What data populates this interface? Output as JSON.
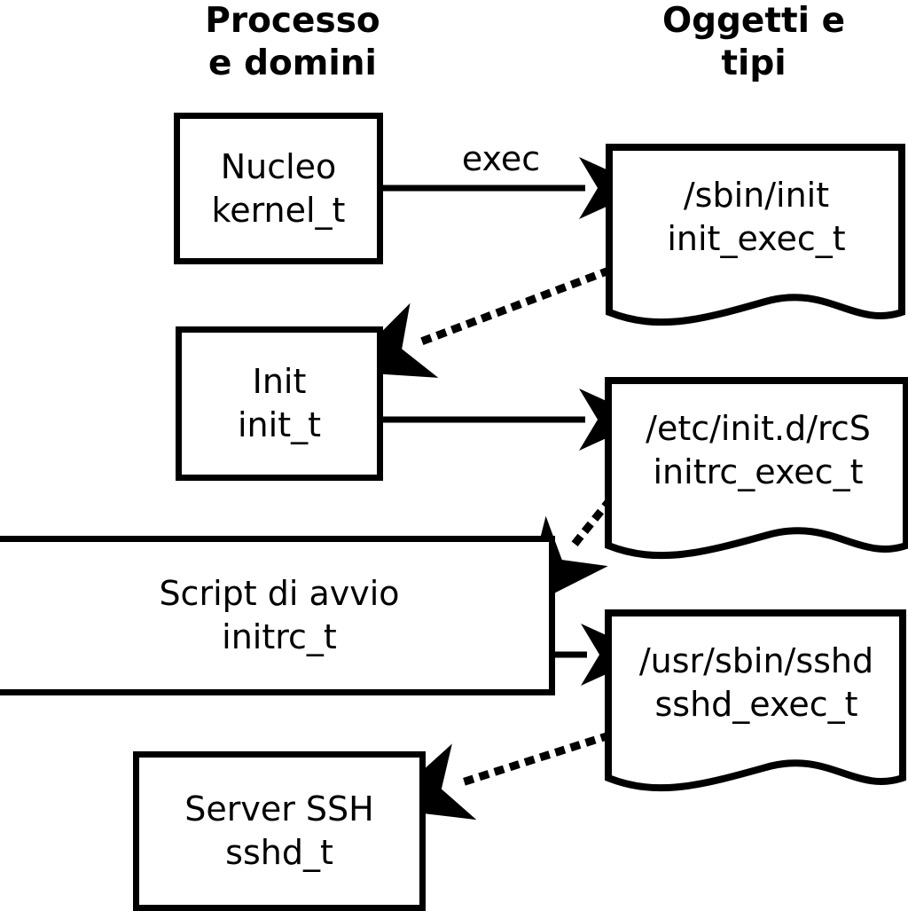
{
  "diagram": {
    "title_left": "Processo\ne domini",
    "title_right": "Oggetti e\ntipi",
    "process_nodes": [
      {
        "id": "kernel",
        "label": "Nucleo\nkernel_t"
      },
      {
        "id": "init",
        "label": "Init\ninit_t"
      },
      {
        "id": "initrc",
        "label": "Script di avvio\ninitrc_t"
      },
      {
        "id": "sshd",
        "label": "Server SSH\nsshd_t"
      }
    ],
    "object_nodes": [
      {
        "id": "init_exec",
        "label": "/sbin/init\ninit_exec_t"
      },
      {
        "id": "initrc_exec",
        "label": "/etc/init.d/rcS\ninitrc_exec_t"
      },
      {
        "id": "sshd_exec",
        "label": "/usr/sbin/sshd\nsshd_exec_t"
      }
    ],
    "edges": [
      {
        "id": "exec-kernel-initexec",
        "label": "exec",
        "style": "solid",
        "from": "kernel",
        "to": "init_exec"
      },
      {
        "id": "transition-initexec-init",
        "label": "",
        "style": "dotted",
        "from": "init_exec",
        "to": "init"
      },
      {
        "id": "exec-init-initrcexec",
        "label": "",
        "style": "solid",
        "from": "init",
        "to": "initrc_exec"
      },
      {
        "id": "transition-initrcexec-initrc",
        "label": "",
        "style": "dotted",
        "from": "initrc_exec",
        "to": "initrc"
      },
      {
        "id": "exec-initrc-sshdexec",
        "label": "",
        "style": "solid",
        "from": "initrc",
        "to": "sshd_exec"
      },
      {
        "id": "transition-sshdexec-sshd",
        "label": "",
        "style": "dotted",
        "from": "sshd_exec",
        "to": "sshd"
      }
    ],
    "colors": {
      "stroke": "#000000",
      "fill": "#ffffff",
      "background": "#ffffff"
    }
  }
}
